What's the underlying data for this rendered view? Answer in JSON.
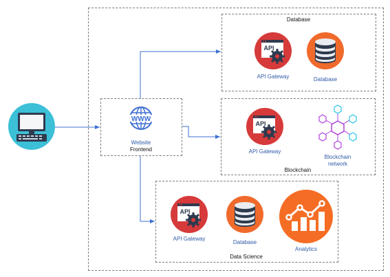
{
  "colors": {
    "api_red": "#d63a3a",
    "db_orange": "#f06a2c",
    "analytics_orange": "#f56d25",
    "link_blue": "#2f5aa8",
    "connector_blue": "#3d6fd1",
    "monitor_cyan": "#3cc0d8",
    "blockchain_purple": "#b043e0",
    "blockchain_cyan": "#29c6e8"
  },
  "client": {
    "icon": "desktop-computer-icon"
  },
  "frontend": {
    "label_line1": "Website",
    "label_line2": "Frontend",
    "icon": "www-globe-icon"
  },
  "database_group": {
    "title": "Database",
    "api_label": "API Gateway",
    "db_label": "Database"
  },
  "blockchain_group": {
    "title": "Blockchain",
    "api_label": "API Gateway",
    "net_label_line1": "Blockchain",
    "net_label_line2": "network"
  },
  "datascience_group": {
    "title": "Data Science",
    "api_label": "API Gateway",
    "db_label": "Database",
    "analytics_label": "Analytics"
  },
  "icons": {
    "api": {
      "text": "API"
    }
  }
}
